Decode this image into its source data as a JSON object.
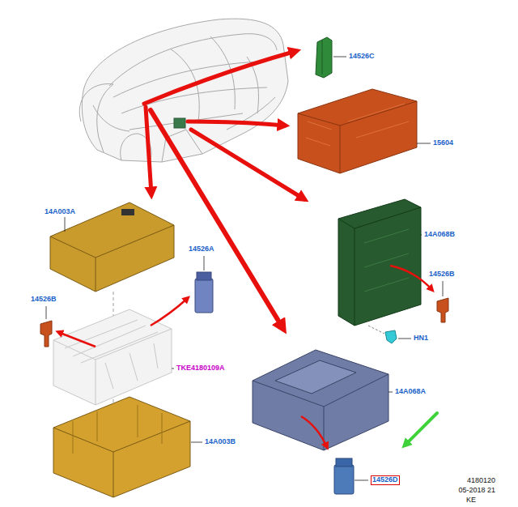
{
  "diagram": {
    "nodes": [
      {
        "text": [
          "14526D"
        ]
      }
    ],
    "labels": [
      "14526C",
      "15604",
      "14A003A",
      "14A068B",
      "14526A",
      "14526B",
      "14526B",
      "HN1",
      "TKE4180109A",
      "14A068A",
      "14A003B",
      "4180120",
      "05-2018 21",
      "KE"
    ]
  }
}
